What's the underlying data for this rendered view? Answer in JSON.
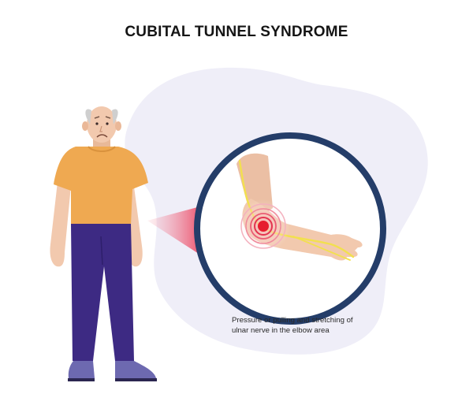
{
  "title": "CUBITAL TUNNEL SYNDROME",
  "caption": {
    "line1": "Pressure or pulling and stretching of",
    "line2": "ulnar nerve in the elbow area"
  },
  "colors": {
    "background_blob": "#efeef8",
    "shirt": "#efa951",
    "trousers": "#3d2a83",
    "shoes": "#6d69b0",
    "skin": "#f2c9ae",
    "hair": "#cfcfcf",
    "circle_ring": "#243d69",
    "nerve": "#f2e04f",
    "pain_point": "#e61e2f",
    "pain_glow": "#f7a7b4"
  },
  "icons": [
    "elderly-man-figure",
    "arm-with-ulnar-nerve",
    "pain-point"
  ]
}
